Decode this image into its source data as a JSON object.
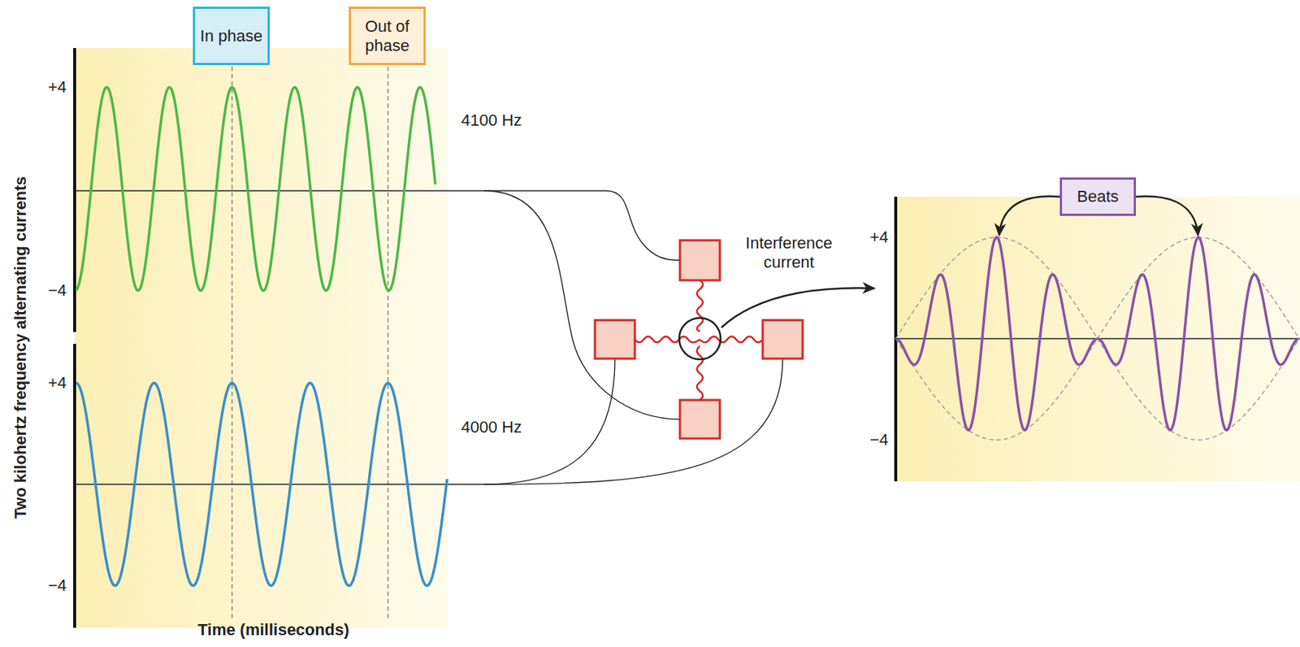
{
  "diagram": {
    "nodes": [
      {
        "text": [
          "In phase"
        ]
      },
      {
        "text": [
          "Out of phase"
        ]
      },
      {
        "text": [
          "Beats"
        ]
      }
    ],
    "edges": [],
    "labels": [
      "+4",
      "−4",
      "+4",
      "−4",
      "Two kilohertz frequency alternating currents",
      "4100 Hz",
      "4000 Hz",
      "Time (milliseconds)",
      "Interference current",
      "+4",
      "−4"
    ]
  }
}
